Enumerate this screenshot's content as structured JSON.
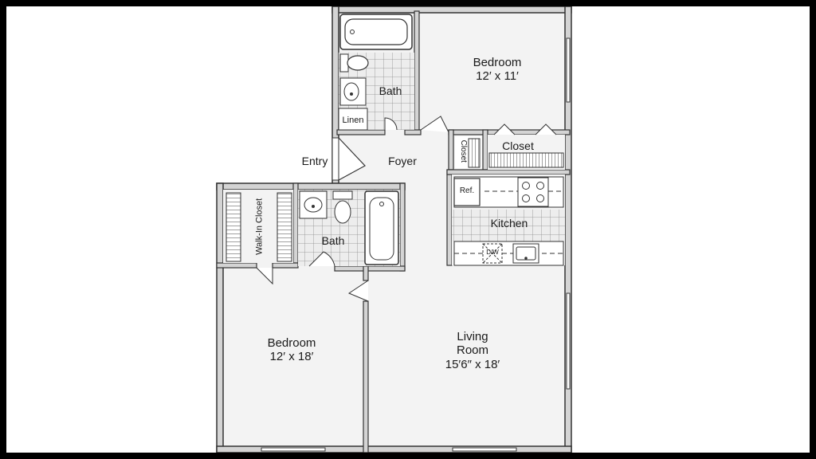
{
  "plan": {
    "bedroom_top": {
      "name": "Bedroom",
      "dims": "12′ x 11′"
    },
    "bedroom_bottom": {
      "name": "Bedroom",
      "dims": "12′ x 18′"
    },
    "living": {
      "name1": "Living",
      "name2": "Room",
      "dims": "15′6″ x 18′"
    },
    "bath_top": "Bath",
    "bath_bottom": "Bath",
    "linen": "Linen",
    "foyer": "Foyer",
    "entry": "Entry",
    "closet_small": "Closet",
    "closet_right": "Closet",
    "kitchen": "Kitchen",
    "ref": "Ref.",
    "dw": "D/W",
    "walkin": "Walk-In Closet"
  },
  "colors": {
    "page": "#000000",
    "paper": "#ffffff",
    "floor": "#f2f2f2",
    "wall": "#d6d6d6",
    "wall_edge": "#3a3a3a",
    "tile": "#e8e8e8",
    "fixture": "#ffffff"
  }
}
